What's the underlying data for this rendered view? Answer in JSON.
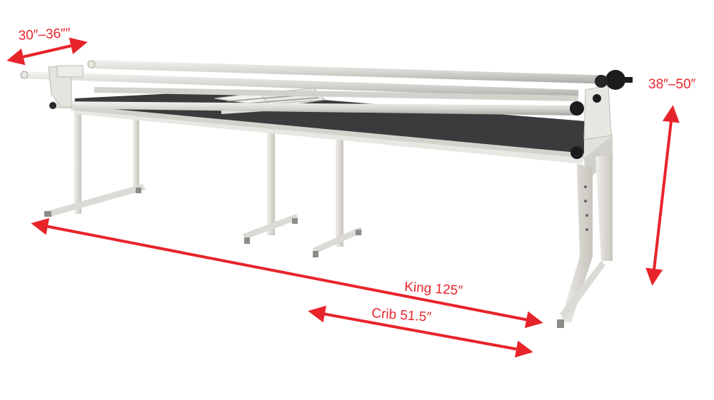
{
  "labels": {
    "depth": "30″–36″″",
    "height": "38″–50″",
    "king": "King 125″",
    "crib": "Crib 51.5″"
  },
  "colors": {
    "arrow": "#e8242b",
    "frame": "#e6e4df",
    "frame_shadow": "#c9c6bf",
    "table_top": "#3b3b3d",
    "rail": "#d9d7d2",
    "knob": "#1c1c1e"
  }
}
